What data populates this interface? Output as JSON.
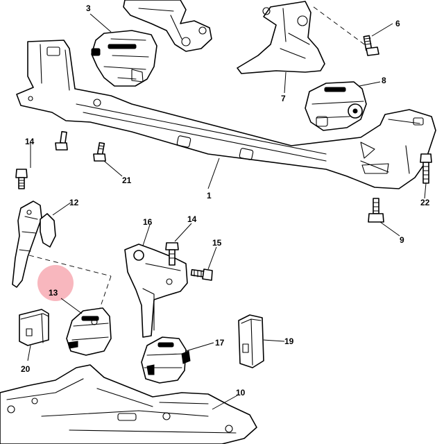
{
  "diagram": {
    "highlight_color": "#f27b88",
    "line_color": "#000000",
    "background": "#ffffff",
    "highlighted_callout": "13",
    "callouts": [
      {
        "id": "c1",
        "label": "1"
      },
      {
        "id": "c3",
        "label": "3"
      },
      {
        "id": "c6",
        "label": "6"
      },
      {
        "id": "c7",
        "label": "7"
      },
      {
        "id": "c8",
        "label": "8"
      },
      {
        "id": "c9",
        "label": "9"
      },
      {
        "id": "c10",
        "label": "10"
      },
      {
        "id": "c12",
        "label": "12"
      },
      {
        "id": "c13",
        "label": "13"
      },
      {
        "id": "c14a",
        "label": "14"
      },
      {
        "id": "c14b",
        "label": "14"
      },
      {
        "id": "c15",
        "label": "15"
      },
      {
        "id": "c16",
        "label": "16"
      },
      {
        "id": "c17",
        "label": "17"
      },
      {
        "id": "c19",
        "label": "19"
      },
      {
        "id": "c20",
        "label": "20"
      },
      {
        "id": "c21",
        "label": "21"
      },
      {
        "id": "c22",
        "label": "22"
      }
    ]
  }
}
